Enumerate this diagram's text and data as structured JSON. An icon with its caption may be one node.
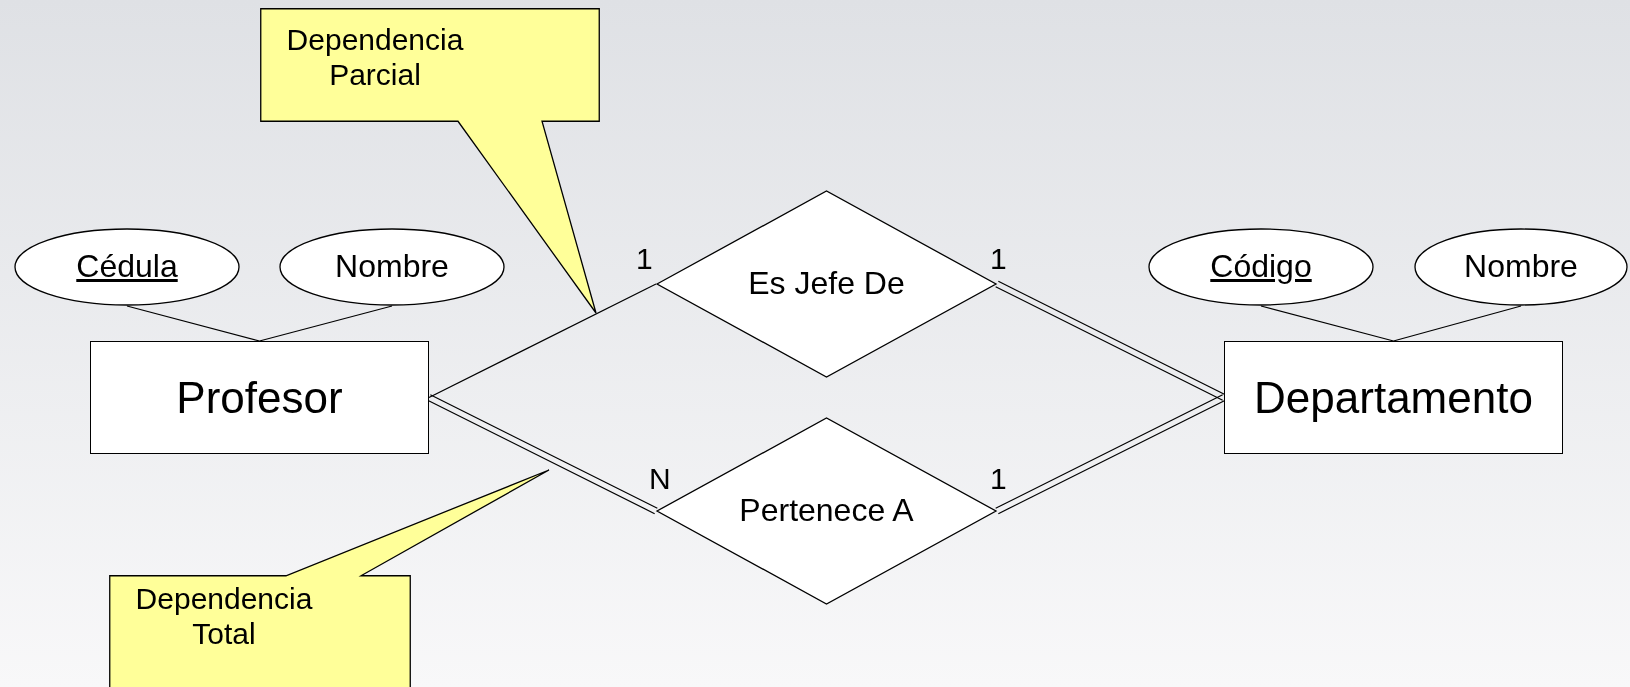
{
  "diagram": {
    "nodes": [
      {
        "text": [
          "Dependencia Parcial"
        ]
      },
      {
        "text": [
          "Cédula"
        ]
      },
      {
        "text": [
          "Nombre"
        ]
      },
      {
        "text": [
          "Código"
        ]
      },
      {
        "text": [
          "Nombre"
        ]
      },
      {
        "text": [
          "Es Jefe De"
        ]
      },
      {
        "text": [
          "Profesor"
        ]
      },
      {
        "text": [
          "Departamento"
        ]
      },
      {
        "text": [
          "Pertenece A"
        ]
      },
      {
        "text": [
          "Dependencia Total"
        ]
      }
    ],
    "edges": [
      {
        "from": 1,
        "to": 6,
        "arrow": "none"
      },
      {
        "from": 2,
        "to": 6,
        "arrow": "none"
      },
      {
        "from": 3,
        "to": 7,
        "arrow": "none"
      },
      {
        "from": 4,
        "to": 7,
        "arrow": "none"
      },
      {
        "from": 6,
        "to": 5,
        "arrow": "none",
        "label": "1"
      },
      {
        "from": 5,
        "to": 7,
        "arrow": "none",
        "label": "1"
      },
      {
        "from": 6,
        "to": 8,
        "arrow": "none",
        "label": "N"
      },
      {
        "from": 8,
        "to": 7,
        "arrow": "none",
        "label": "1"
      }
    ]
  }
}
